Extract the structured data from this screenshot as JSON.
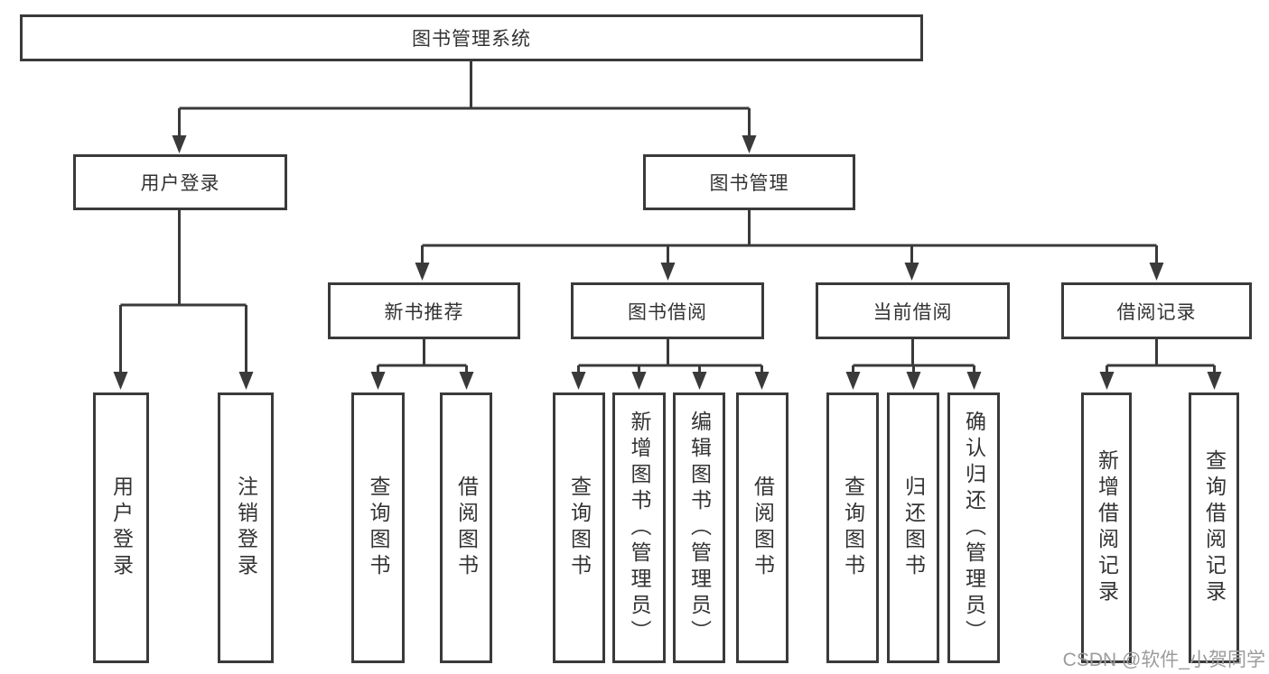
{
  "nodes": {
    "root": "图书管理系统",
    "branches": [
      {
        "label": "用户登录"
      },
      {
        "label": "图书管理"
      }
    ],
    "sections": [
      {
        "label": "新书推荐"
      },
      {
        "label": "图书借阅"
      },
      {
        "label": "当前借阅"
      },
      {
        "label": "借阅记录"
      }
    ],
    "leaves": [
      "用户登录",
      "注销登录",
      "查询图书",
      "借阅图书",
      "查询图书",
      "新增图书（管理员）",
      "编辑图书（管理员）",
      "借阅图书",
      "查询图书",
      "归还图书",
      "确认归还（管理员）",
      "新增借阅记录",
      "查询借阅记录"
    ]
  },
  "watermark": "CSDN @软件_小贺同学",
  "colors": {
    "line": "#3a3a3a",
    "text": "#333333",
    "watermark": "#9c9c9c",
    "background": "#ffffff"
  }
}
